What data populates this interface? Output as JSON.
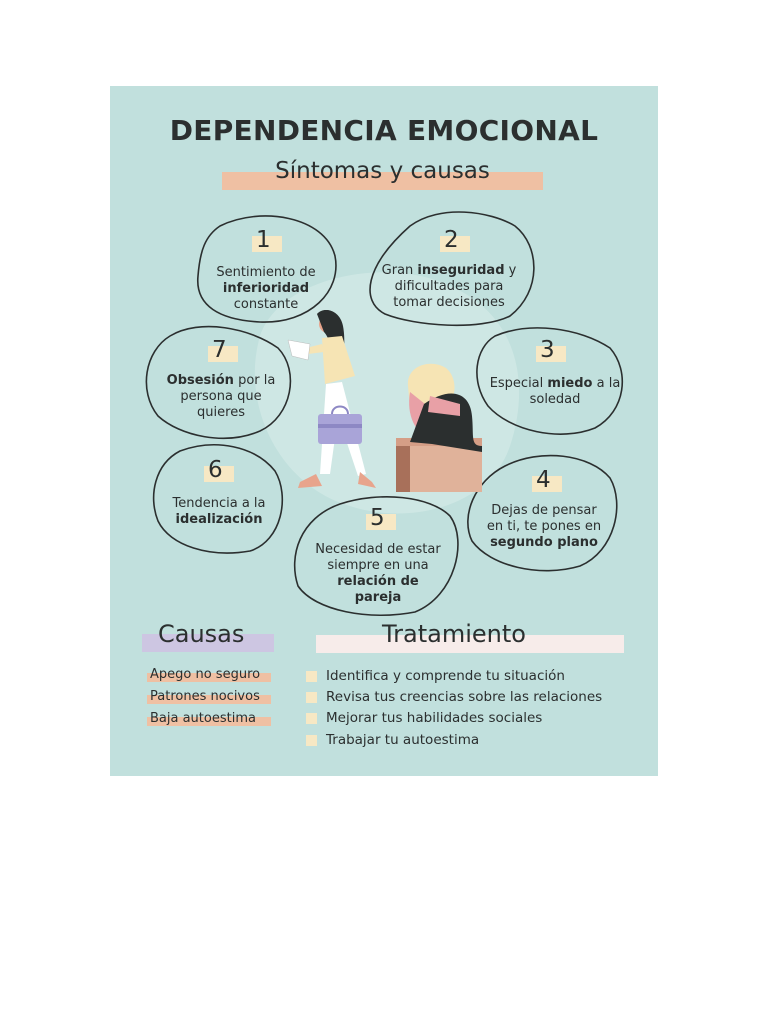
{
  "title": "DEPENDENCIA EMOCIONAL",
  "subtitle": "Síntomas y causas",
  "symptoms": [
    {
      "number": "1",
      "pre": "Sentimiento de",
      "bold": "inferioridad",
      "post": "constante"
    },
    {
      "number": "2",
      "pre": "Gran",
      "bold": "inseguridad",
      "post": "y dificultades para tomar decisiones"
    },
    {
      "number": "3",
      "pre": "Especial",
      "bold": "miedo",
      "post": "a la soledad"
    },
    {
      "number": "4",
      "pre": "Dejas de pensar en ti, te pones en",
      "bold": "segundo plano",
      "post": ""
    },
    {
      "number": "5",
      "pre": "Necesidad de estar siempre en una",
      "bold": "relación de pareja",
      "post": ""
    },
    {
      "number": "6",
      "pre": "Tendencia a la",
      "bold": "idealización",
      "post": ""
    },
    {
      "number": "7",
      "pre": "",
      "bold": "Obsesión",
      "post": "por la persona que quieres"
    }
  ],
  "causes": {
    "title": "Causas",
    "items": [
      "Apego no seguro",
      "Patrones nocivos",
      "Baja autoestima"
    ]
  },
  "treatment": {
    "title": "Tratamiento",
    "items": [
      "Identifica y comprende tu situación",
      "Revisa tus creencias sobre las relaciones",
      "Mejorar tus habilidades sociales",
      "Trabajar tu autoestima"
    ]
  },
  "colors": {
    "background": "#c1e0dd",
    "peach": "#efc0a3",
    "lavender": "#cdc6e2",
    "cream": "#f7e8c4",
    "ink": "#2b2f2f"
  },
  "illustrations": [
    "woman-walking-reading-icon",
    "sad-woman-sitting-icon"
  ]
}
